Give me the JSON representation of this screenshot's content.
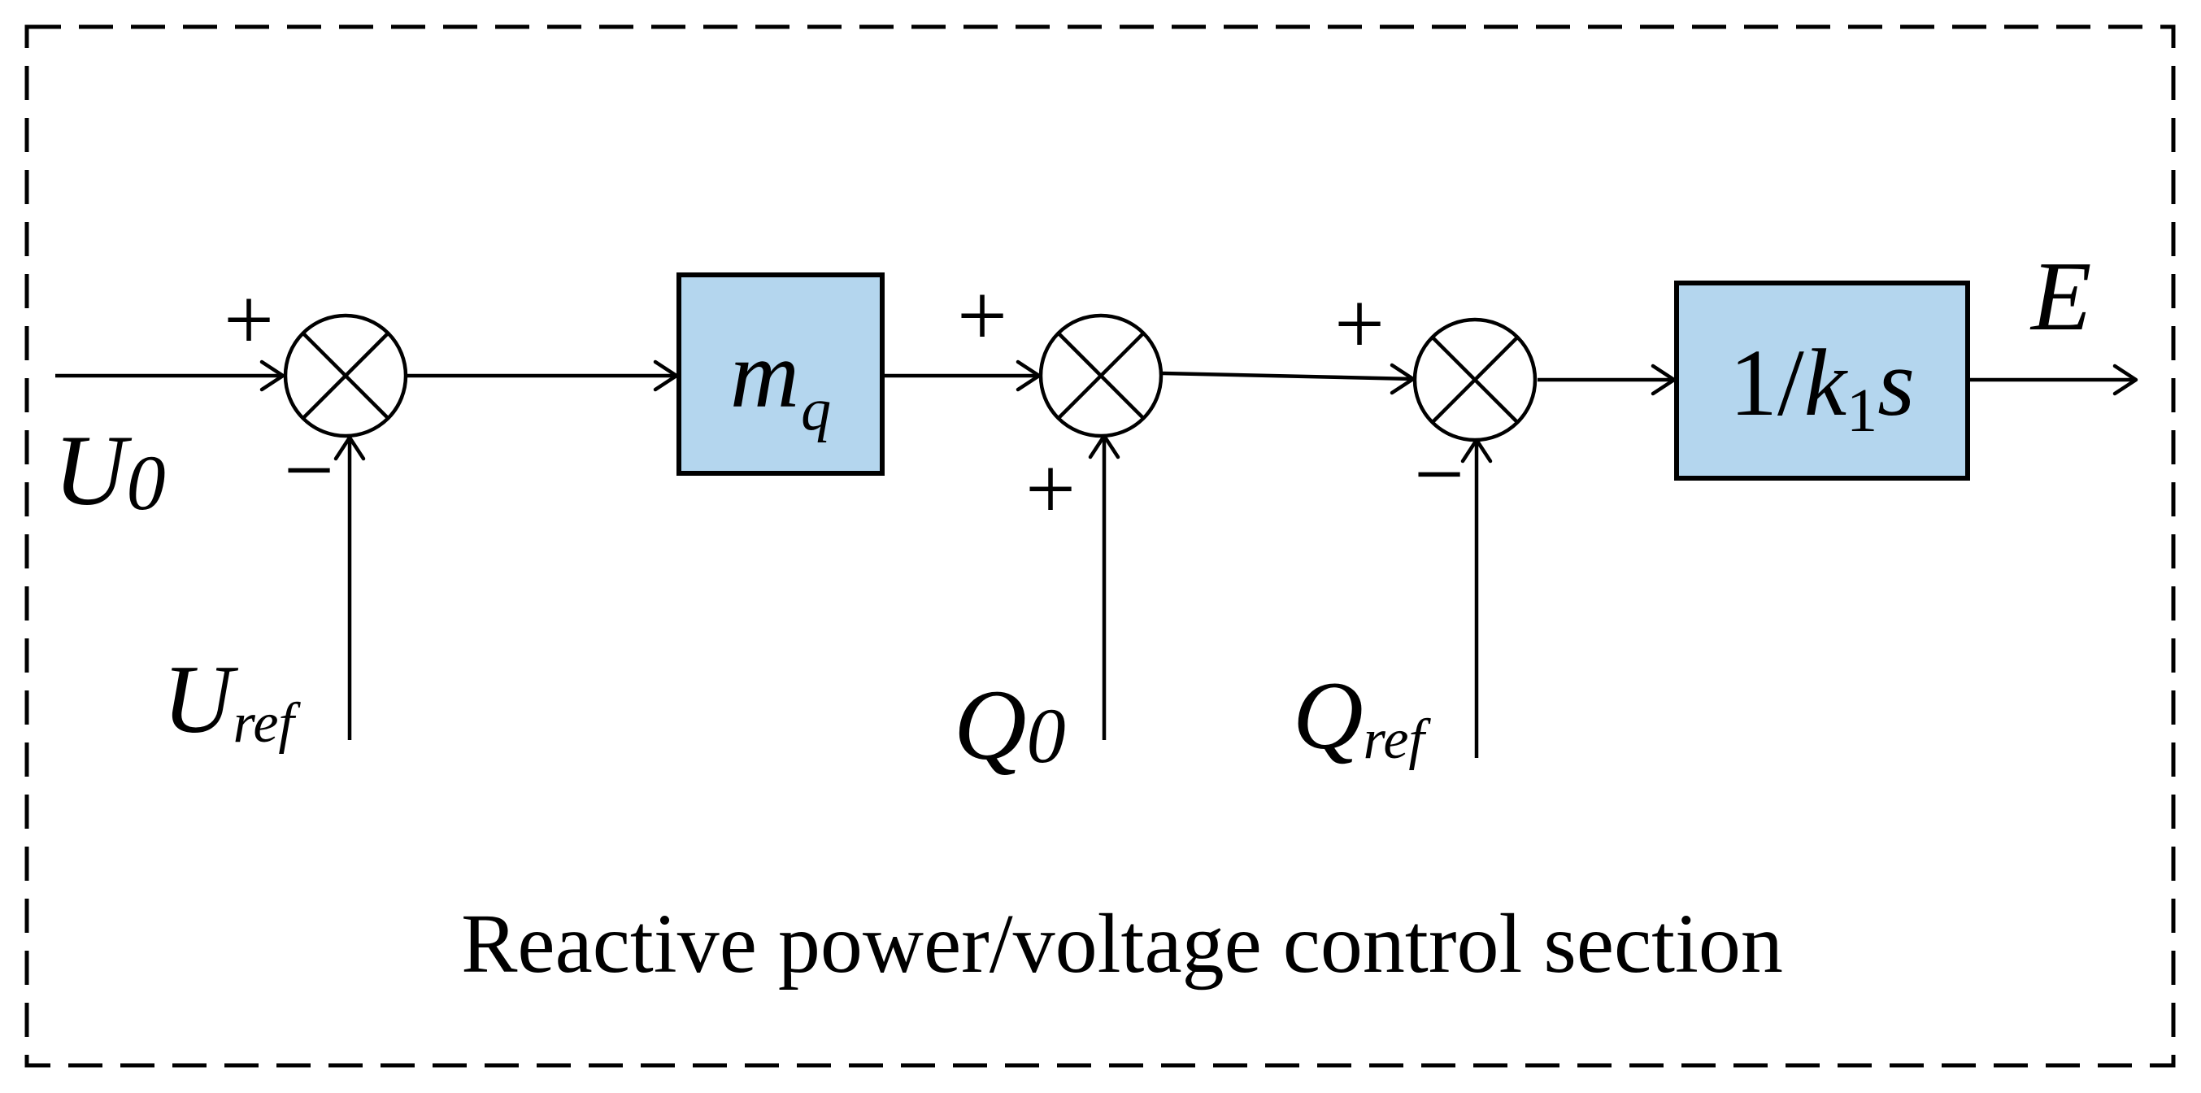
{
  "caption": "Reactive power/voltage control section",
  "colors": {
    "block_fill": "#b4d6ee",
    "stroke": "#000000",
    "background": "#ffffff"
  },
  "signals": {
    "u0_main": "U",
    "u0_sub": "0",
    "uref_main": "U",
    "uref_sub": "ref",
    "q0_main": "Q",
    "q0_sub": "0",
    "qref_main": "Q",
    "qref_sub": "ref",
    "output": "E"
  },
  "blocks": {
    "gain_main": "m",
    "gain_sub": "q",
    "integrator_a": "1/",
    "integrator_k": "k",
    "integrator_sub": "1",
    "integrator_s": "s"
  },
  "signs": {
    "sum1_top": "+",
    "sum1_bottom": "−",
    "sum2_top": "+",
    "sum2_bottom": "+",
    "sum3_top": "+",
    "sum3_bottom": "−"
  }
}
